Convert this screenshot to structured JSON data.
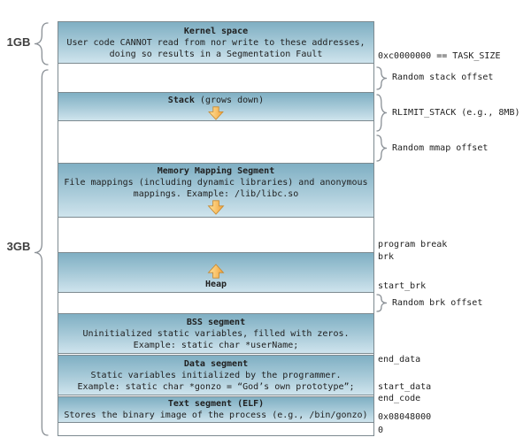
{
  "left_labels": {
    "kernel_size": "1GB",
    "user_size": "3GB"
  },
  "blocks": {
    "kernel": {
      "title": "Kernel space",
      "line1": "User code CANNOT read from nor write to these addresses,",
      "line2": "doing so results in a Segmentation Fault"
    },
    "stack": {
      "title": "Stack",
      "subtitle": " (grows down)"
    },
    "mmap": {
      "title": "Memory Mapping Segment",
      "line1": "File mappings (including dynamic libraries) and anonymous",
      "line2": "mappings. Example: /lib/libc.so"
    },
    "heap": {
      "title": "Heap"
    },
    "bss": {
      "title": "BSS segment",
      "line1": "Uninitialized static variables, filled with zeros.",
      "line2": "Example: static char *userName;"
    },
    "data": {
      "title": "Data segment",
      "line1": "Static variables initialized by the programmer.",
      "line2": "Example: static char *gonzo = “God’s own prototype”;"
    },
    "text": {
      "title": "Text segment (ELF)",
      "line1": "Stores the binary image of the process (e.g., /bin/gonzo)"
    }
  },
  "right_labels": {
    "task_size": "0xc0000000 == TASK_SIZE",
    "random_stack_offset": "Random stack offset",
    "rlimit_stack": "RLIMIT_STACK (e.g., 8MB)",
    "random_mmap_offset": "Random mmap offset",
    "program_break": "program break",
    "brk": "brk",
    "start_brk": "start_brk",
    "random_brk_offset": "Random brk offset",
    "end_data": "end_data",
    "start_data": "start_data",
    "end_code": "end_code",
    "load_address": "0x08048000",
    "zero": "0"
  },
  "icons": {
    "stack_arrow": "grow-down-arrow",
    "mmap_arrow": "grow-down-arrow",
    "heap_arrow": "grow-up-arrow"
  },
  "colors": {
    "segment_top": "#7fafc3",
    "segment_bottom": "#cfe4ed",
    "segment_border": "#7d8a90",
    "arrow_light": "#ffe59e",
    "arrow_dark": "#f2a33c",
    "arrow_border": "#c9882c",
    "brace": "#8a9096",
    "text": "#1f1f1f"
  }
}
